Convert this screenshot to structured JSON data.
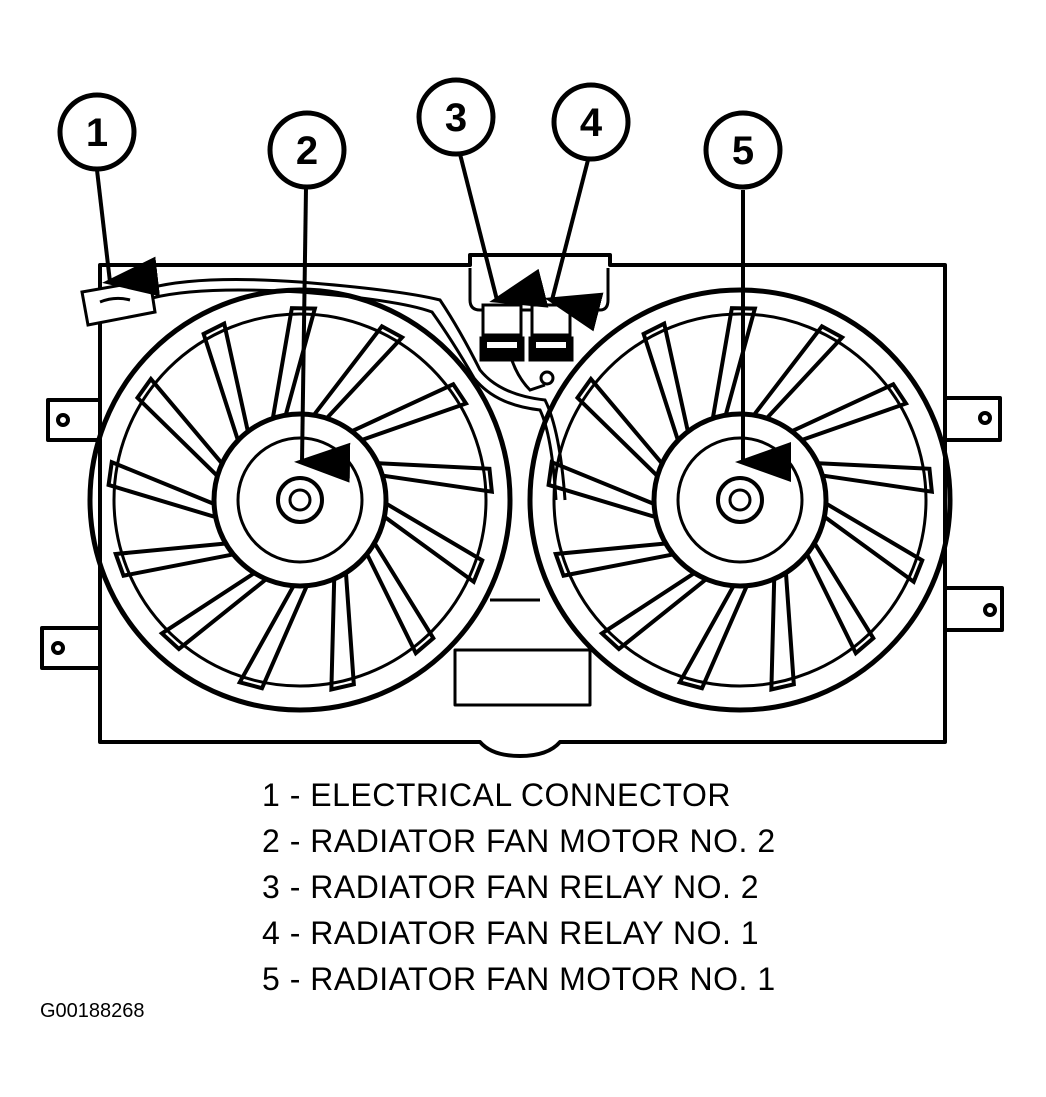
{
  "diagram": {
    "callouts": [
      {
        "num": "1",
        "target": "electrical-connector"
      },
      {
        "num": "2",
        "target": "fan-motor-2"
      },
      {
        "num": "3",
        "target": "fan-relay-2"
      },
      {
        "num": "4",
        "target": "fan-relay-1"
      },
      {
        "num": "5",
        "target": "fan-motor-1"
      }
    ]
  },
  "legend": {
    "items": [
      "1 - ELECTRICAL CONNECTOR",
      "2 - RADIATOR FAN MOTOR NO. 2",
      "3 - RADIATOR FAN RELAY NO. 2",
      "4 - RADIATOR FAN RELAY NO. 1",
      "5 - RADIATOR FAN MOTOR NO. 1"
    ]
  },
  "figure_id": "G00188268",
  "colors": {
    "ink": "#000000",
    "paper": "#ffffff"
  }
}
